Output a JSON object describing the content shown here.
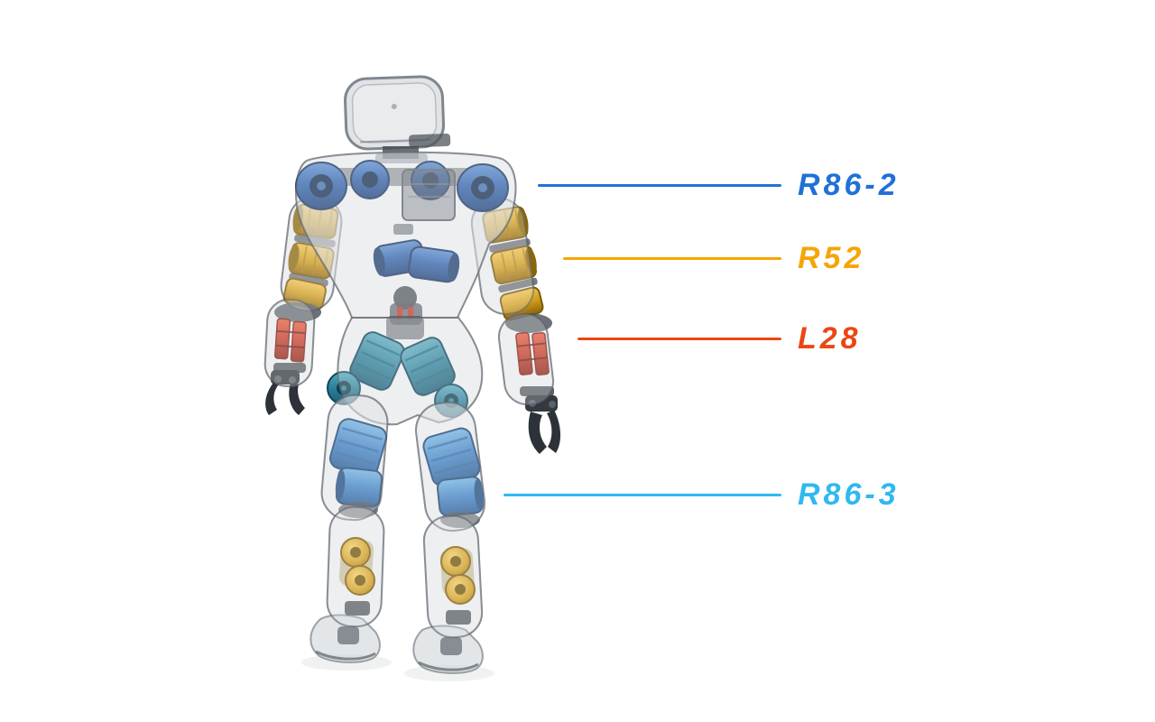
{
  "page": {
    "background": "#ffffff",
    "figure_kind": "translucent humanoid robot rear-view render with actuator callouts"
  },
  "callouts": [
    {
      "label": "R86-2",
      "color": "#2170d8"
    },
    {
      "label": "R52",
      "color": "#f5a506"
    },
    {
      "label": "L28",
      "color": "#ea4715"
    },
    {
      "label": "R86-3",
      "color": "#2fb9ef"
    }
  ],
  "robot_actuator_colors": {
    "shoulder_and_waist_blue": "#2f62ab",
    "upper_arm_gold": "#cf9c1c",
    "forearm_red": "#c23a28",
    "hip_teal": "#2d7f99",
    "knee_blue": "#3b7ec2",
    "shin_gold": "#cf9c1c",
    "shell_gray": "#c9ced3"
  }
}
